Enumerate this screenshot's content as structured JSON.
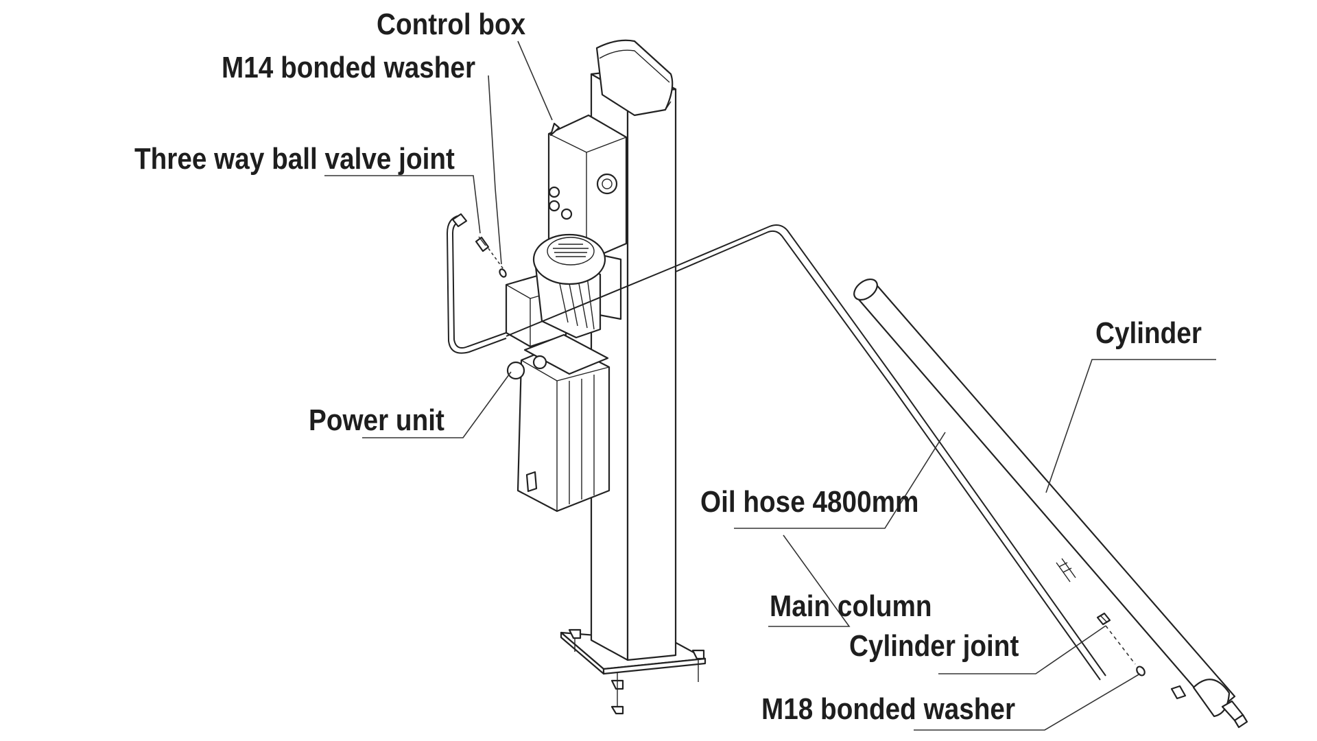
{
  "labels": {
    "control_box": "Control box",
    "m14_bonded_washer": "M14 bonded washer",
    "three_way_ball_valve_joint": "Three way ball valve joint",
    "power_unit": "Power unit",
    "cylinder": "Cylinder",
    "oil_hose": "Oil hose 4800mm",
    "main_column": "Main column",
    "cylinder_joint": "Cylinder joint",
    "m18_bonded_washer": "M18 bonded washer"
  },
  "colors": {
    "line": "#222222",
    "text": "#1e1e1e",
    "background": "#ffffff"
  }
}
